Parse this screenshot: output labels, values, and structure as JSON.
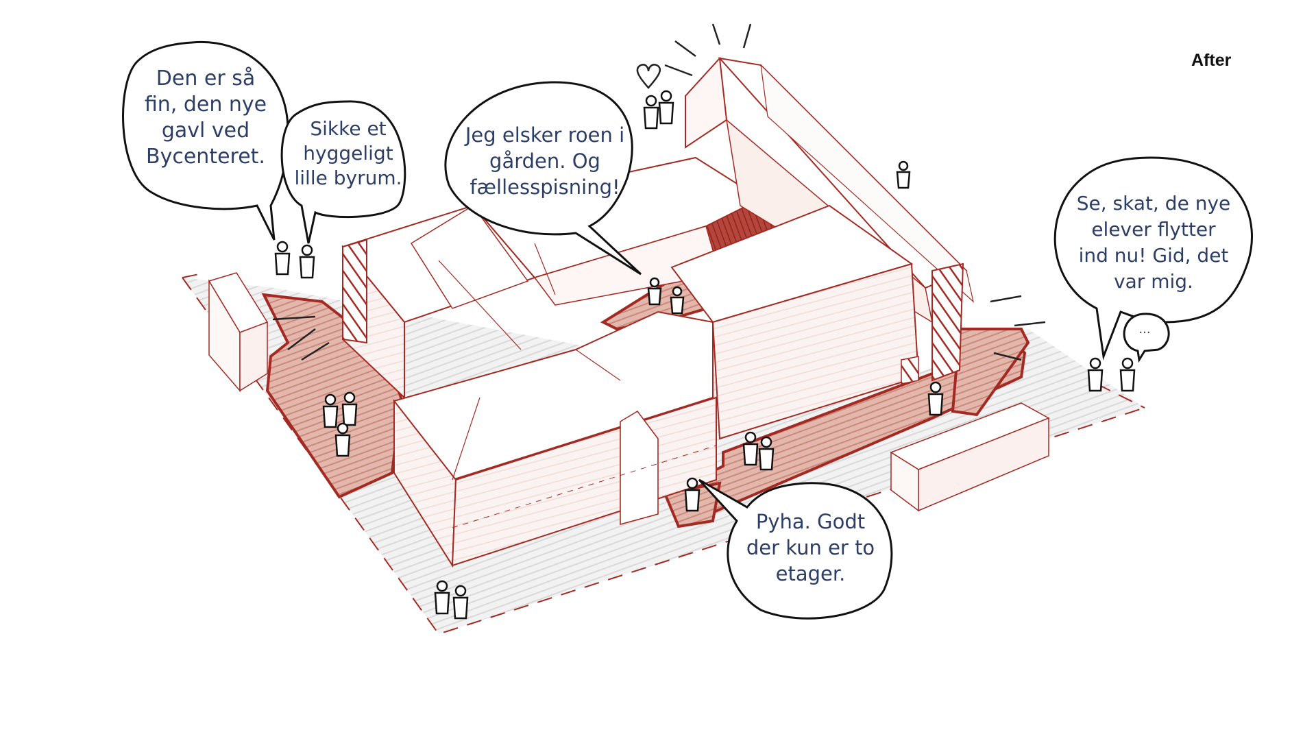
{
  "header": {
    "label": "After"
  },
  "bubbles": {
    "b1": {
      "lines": [
        "Den er så",
        "fin, den nye",
        "gavl ved",
        "Bycenteret."
      ]
    },
    "b2": {
      "lines": [
        "Sikke et",
        "hyggeligt",
        "lille byrum."
      ]
    },
    "b3": {
      "lines": [
        "Jeg elsker roen i",
        "gården. Og",
        "fællesspisning!"
      ]
    },
    "b4": {
      "lines": [
        "Se, skat, de nye",
        "elever flytter",
        "ind nu! Gid, det",
        "var mig."
      ]
    },
    "b5": {
      "lines": [
        "..."
      ]
    },
    "b6": {
      "lines": [
        "Pyha. Godt",
        "der kun er to",
        "etager."
      ]
    }
  },
  "colors": {
    "accent": "#a32a23",
    "text": "#2c3e66",
    "fill": "#d9a89c",
    "site": "#e6e6e6"
  }
}
